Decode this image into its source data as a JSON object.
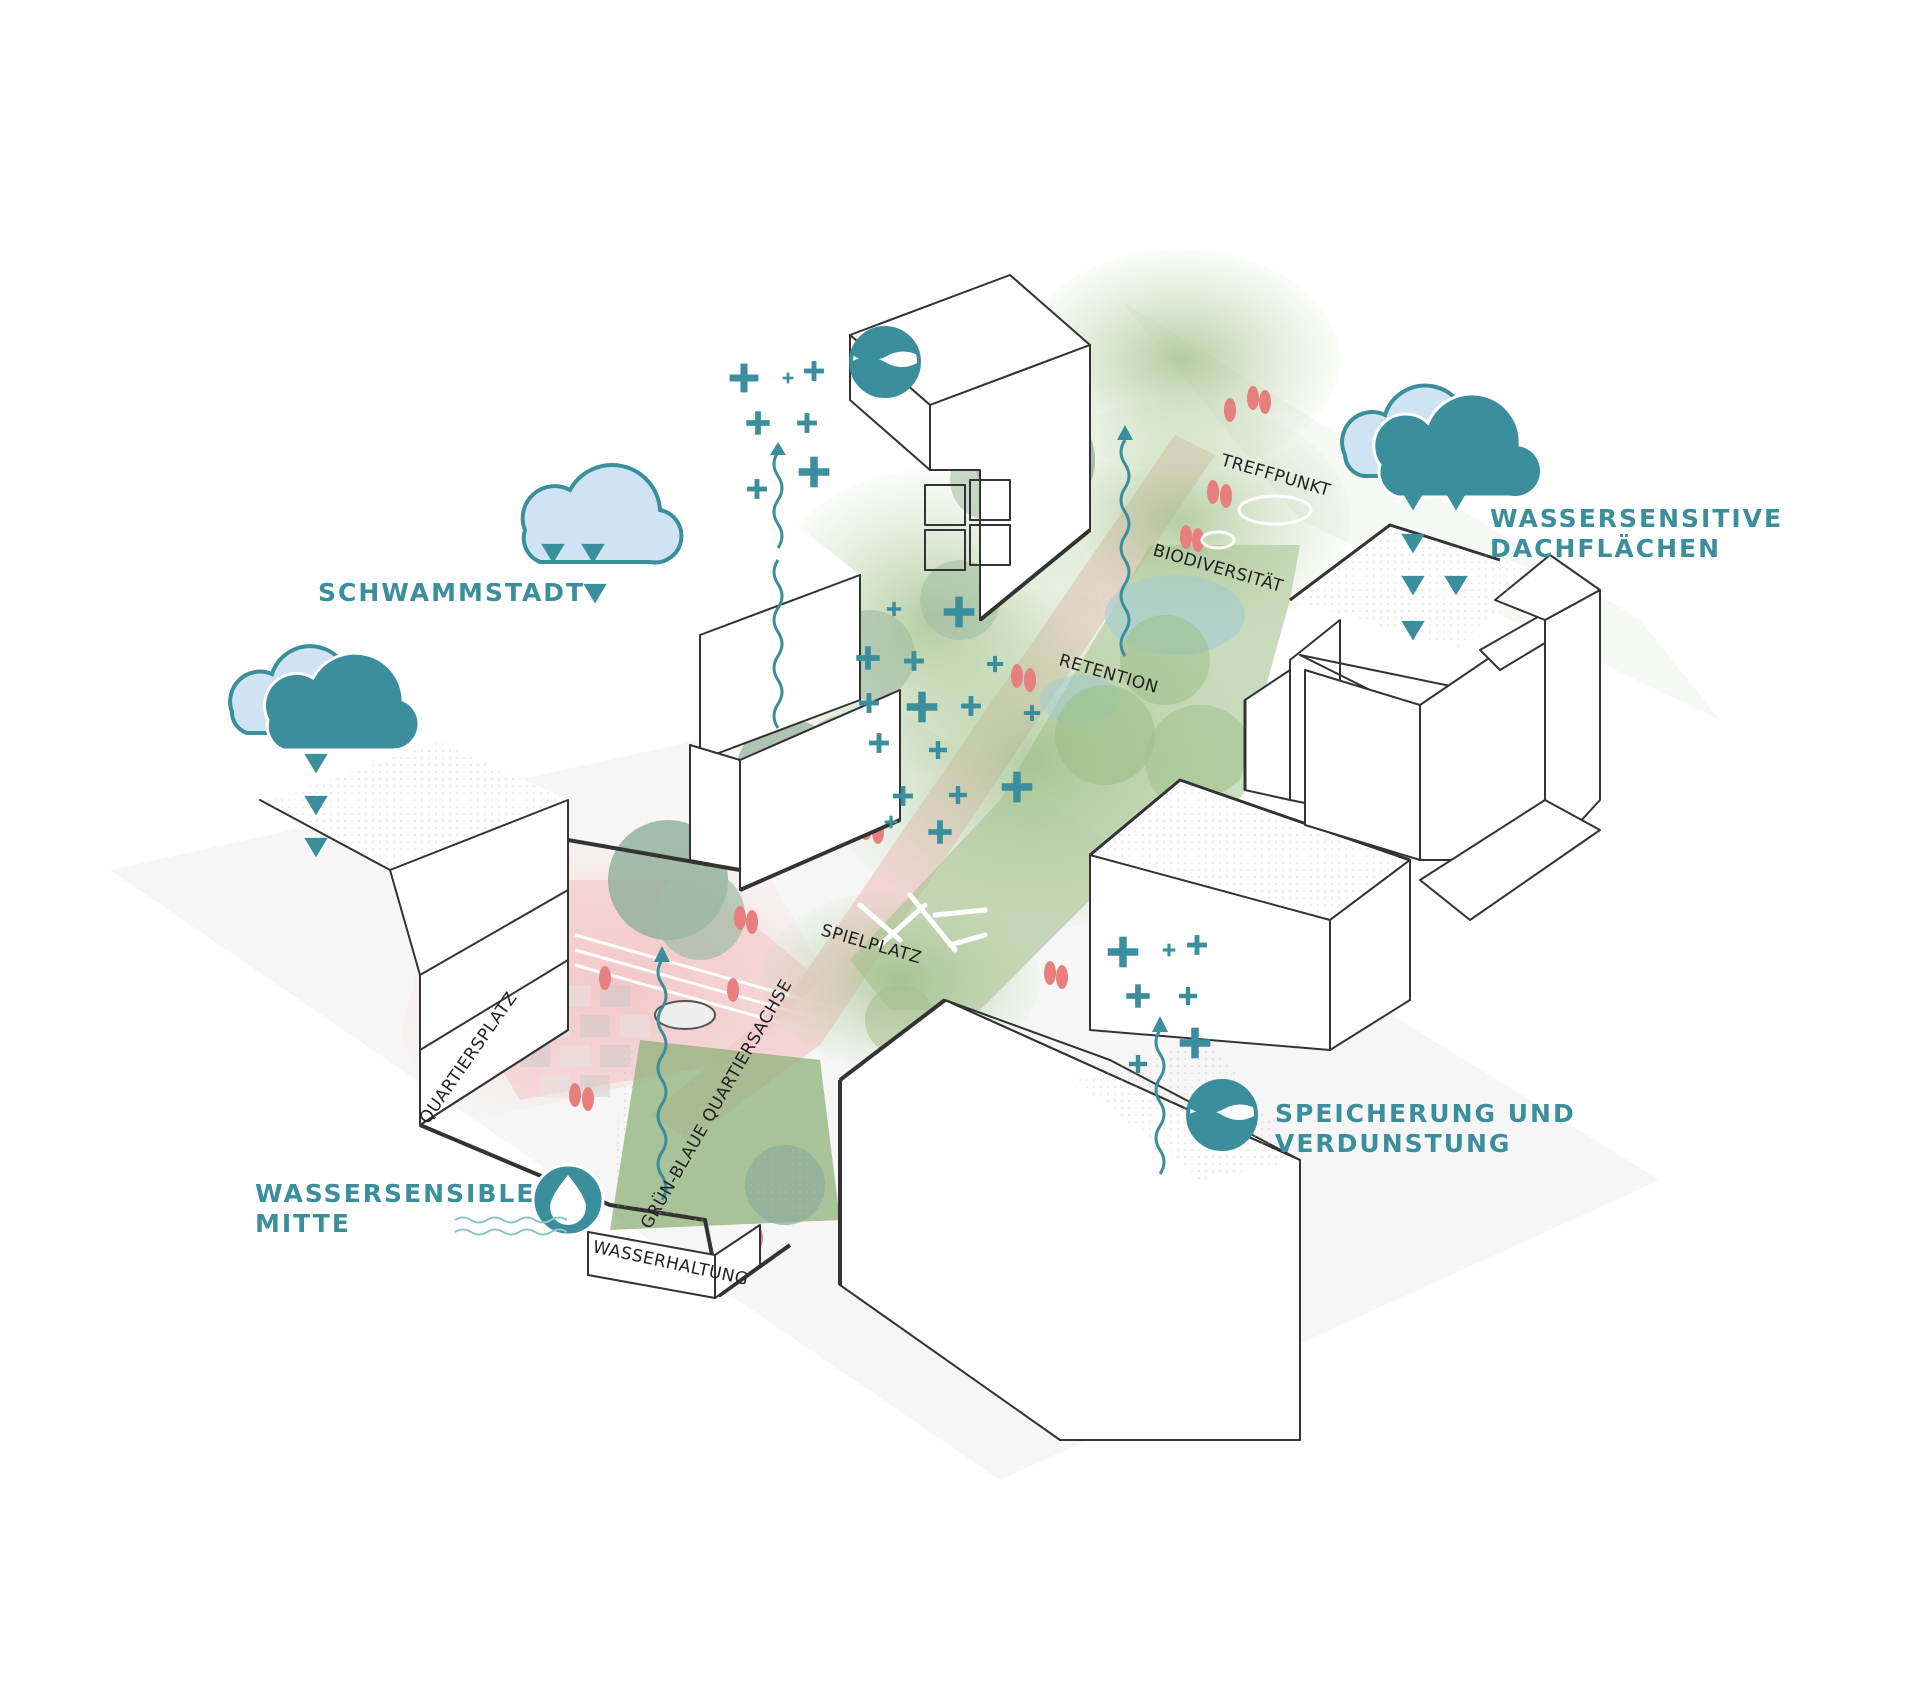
{
  "callouts": {
    "schwammstadt": "SCHWAMMSTADT",
    "wassersensitive_line1": "WASSERSENSITIVE",
    "wassersensitive_line2": "DACHFLÄCHEN",
    "speicherung_line1": "SPEICHERUNG UND",
    "speicherung_line2": "VERDUNSTUNG",
    "mitte_line1": "WASSERSENSIBLE",
    "mitte_line2": "MITTE"
  },
  "plan_labels": {
    "treffpunkt": "TREFFPUNKT",
    "biodiversitaet": "BIODIVERSITÄT",
    "retention": "RETENTION",
    "spielplatz": "SPIELPLATZ",
    "quartiersplatz": "QUARTIERSPLATZ",
    "achse": "GRÜN-BLAUE QUARTIERSACHSE",
    "wasserhaltung": "WASSERHALTUNG"
  },
  "icons": {
    "rain_cloud": "rain-cloud-icon",
    "water_wave": "water-wave-icon",
    "water_drop": "water-drop-icon",
    "evaporation_plus": "plus-icon",
    "evaporation_arrow": "wavy-arrow-up-icon"
  },
  "colors": {
    "accent_teal": "#3b8e9c",
    "cloud_light": "#cfe3f2",
    "green_park": "#8fb27a",
    "pink_path": "#f3c9c9",
    "building_line": "#333333"
  }
}
